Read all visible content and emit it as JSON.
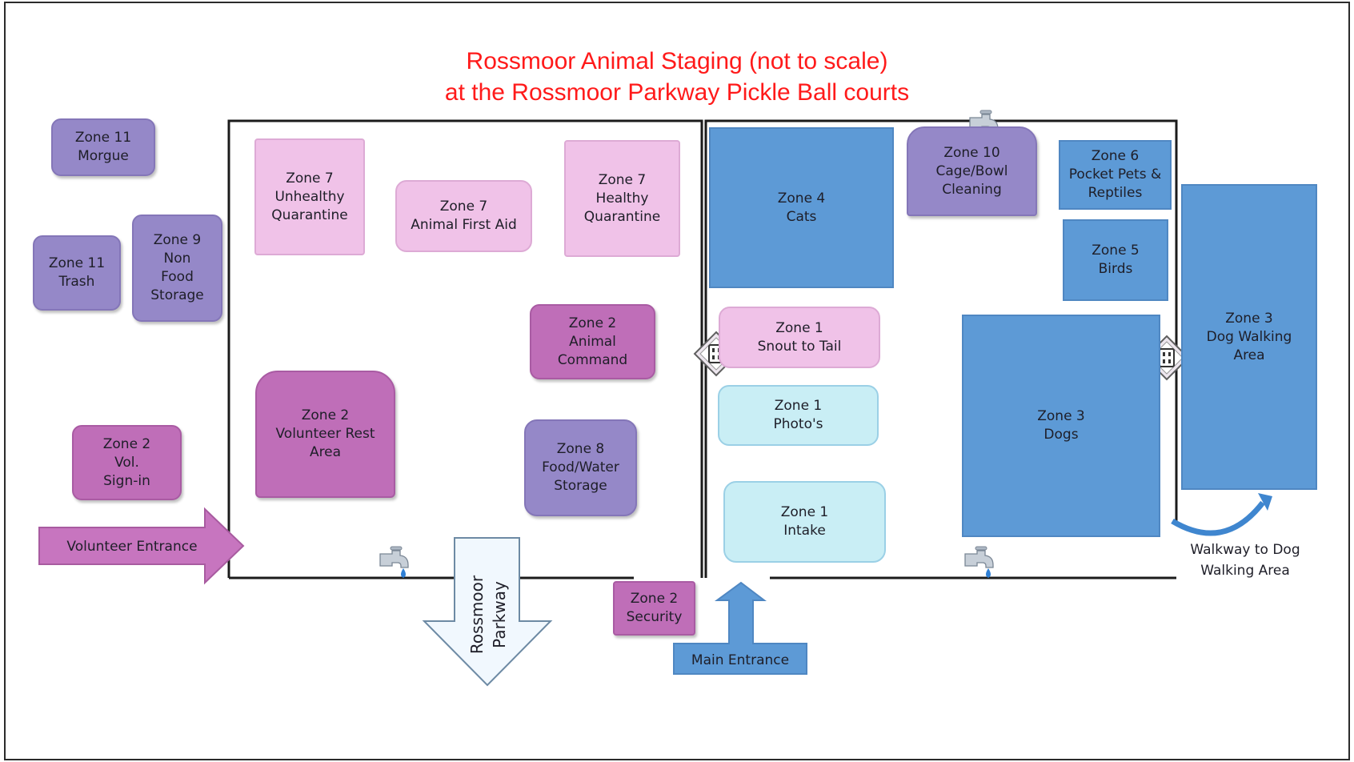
{
  "title": {
    "line1": "Rossmoor Animal Staging (not to scale)",
    "line2": "at the Rossmoor Parkway Pickle Ball courts"
  },
  "zones": {
    "morgue": "Zone 11\nMorgue",
    "trash": "Zone 11\nTrash",
    "non_food": "Zone 9\nNon\nFood\nStorage",
    "vol_signin": "Zone 2\nVol.\nSign-in",
    "unhealthy_quarantine": "Zone 7\nUnhealthy\nQuarantine",
    "first_aid": "Zone 7\nAnimal First Aid",
    "healthy_quarantine": "Zone 7\nHealthy\nQuarantine",
    "animal_command": "Zone 2\nAnimal\nCommand",
    "volunteer_rest": "Zone 2\nVolunteer Rest\nArea",
    "food_water": "Zone 8\nFood/Water\nStorage",
    "cats": "Zone 4\nCats",
    "cage_cleaning": "Zone 10\nCage/Bowl\nCleaning",
    "pocket_pets": "Zone 6\nPocket Pets &\nReptiles",
    "birds": "Zone 5\nBirds",
    "snout_to_tail": "Zone 1\nSnout to Tail",
    "photos": "Zone 1\nPhoto's",
    "intake": "Zone 1\nIntake",
    "dogs": "Zone 3\nDogs",
    "dog_walking": "Zone 3\nDog Walking\nArea",
    "security": "Zone 2\nSecurity"
  },
  "labels": {
    "volunteer_entrance": "Volunteer Entrance",
    "rossmoor_parkway": "Rossmoor\nParkway",
    "main_entrance": "Main Entrance",
    "walkway": "Walkway to Dog\nWalking Area"
  },
  "icons": {
    "faucet": "faucet-icon",
    "outlet": "electrical-outlet-icon"
  },
  "colors": {
    "title": "#ff1a1a",
    "lavender_zone": "#9588c8",
    "purple_zone": "#bf6eb8",
    "pink_zone": "#f0c2e8",
    "light_blue_zone": "#c9eef5",
    "blue_zone": "#5d9ad6"
  }
}
